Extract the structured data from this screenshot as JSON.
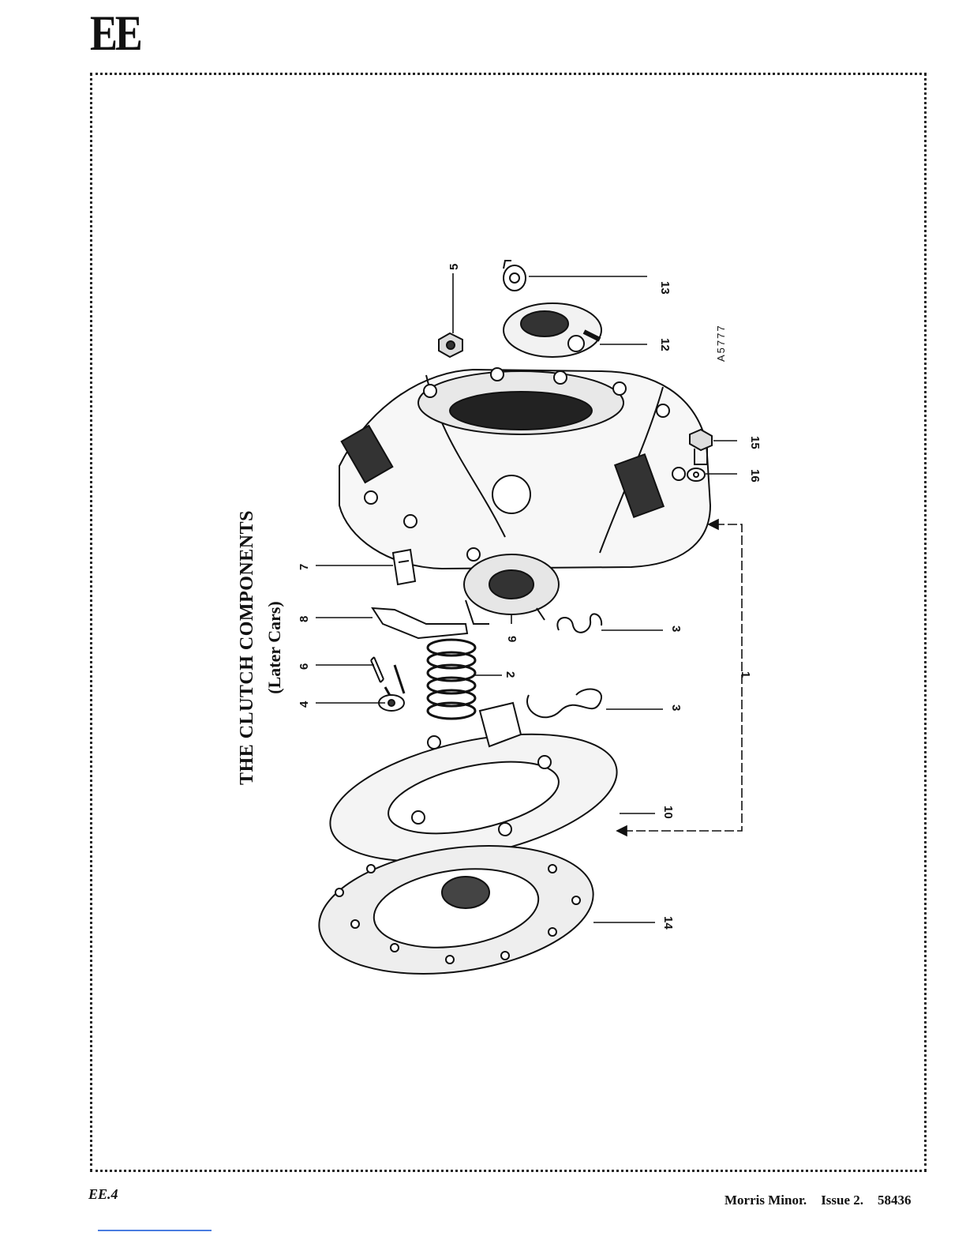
{
  "page": {
    "section_code": "EE",
    "page_number": "EE.4",
    "footer_vehicle": "Morris Minor.",
    "footer_issue": "Issue 2.",
    "footer_ref": "58436"
  },
  "figure": {
    "title": "THE CLUTCH COMPONENTS",
    "subtitle": "(Later Cars)",
    "drawing_ref": "A5777",
    "callouts": [
      "1",
      "2",
      "3",
      "3",
      "4",
      "5",
      "6",
      "7",
      "8",
      "9",
      "10",
      "12",
      "13",
      "14",
      "15",
      "16"
    ]
  }
}
